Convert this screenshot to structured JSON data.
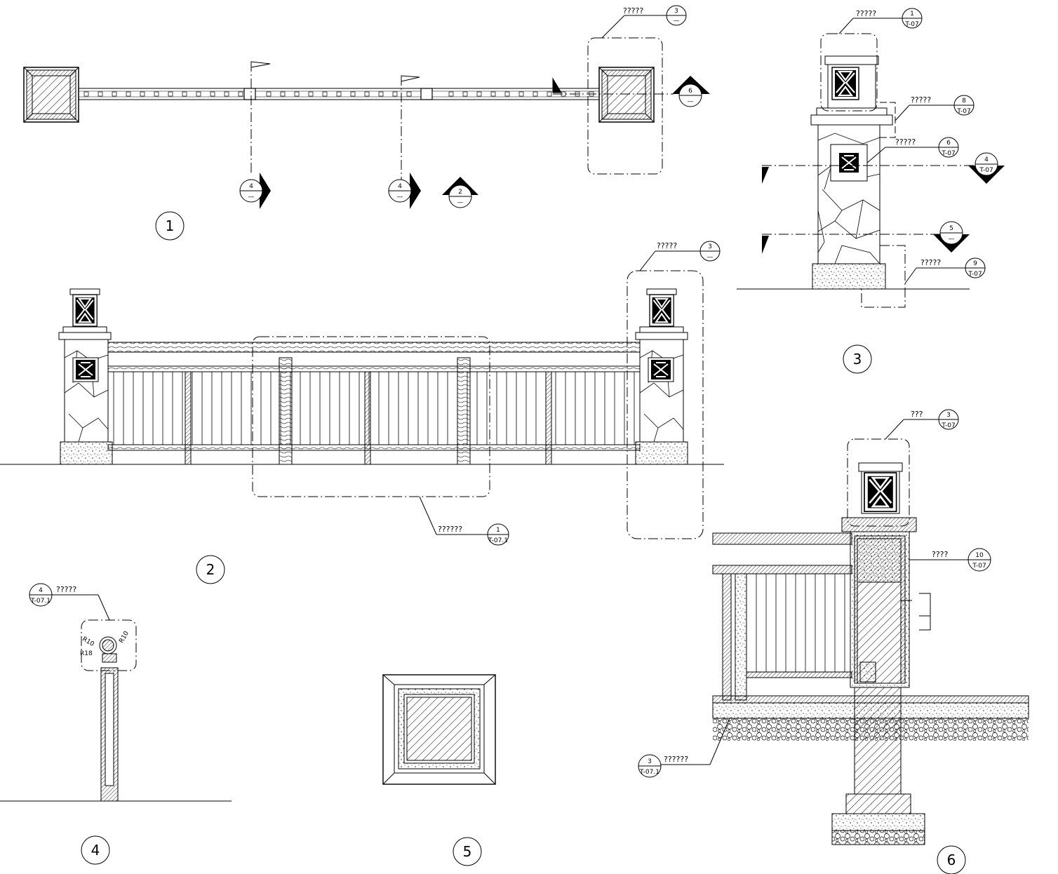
{
  "drawing_numbers": {
    "plan": "1",
    "elevation": "2",
    "pillar_elevation": "3",
    "rail_section": "4",
    "pillar_cap_plan": "5",
    "pillar_section": "6"
  },
  "callouts": {
    "plan_pillar_ref": {
      "text": "?????",
      "num": "3",
      "sheet": "—"
    },
    "plan_sec_left": {
      "num": "4",
      "sheet": "—"
    },
    "plan_sec_mid": {
      "num": "4",
      "sheet": "—"
    },
    "plan_elev_mark": {
      "num": "2",
      "sheet": "—"
    },
    "plan_sec_right": {
      "num": "6",
      "sheet": "—"
    },
    "p3_cap": {
      "text": "?????",
      "num": "1",
      "sheet": "T-07"
    },
    "p3_cap_base": {
      "text": "?????",
      "num": "8",
      "sheet": "T-07"
    },
    "p3_panel": {
      "text": "?????",
      "num": "6",
      "sheet": "T-07"
    },
    "p3_sec4": {
      "num": "4",
      "sheet": "T-07"
    },
    "p3_sec5": {
      "num": "5",
      "sheet": "—"
    },
    "p3_base": {
      "text": "?????",
      "num": "9",
      "sheet": "T-07"
    },
    "elev_pillar": {
      "text": "?????",
      "num": "3",
      "sheet": "—"
    },
    "elev_rail": {
      "text": "??????",
      "num": "1",
      "sheet": "T-07.1"
    },
    "rail_detail": {
      "text": "?????",
      "num": "4",
      "sheet": "T-07.1"
    },
    "p6_cap": {
      "text": "???",
      "num": "3",
      "sheet": "T-07"
    },
    "p6_body": {
      "text": "????",
      "num": "10",
      "sheet": "T-07"
    },
    "p6_foot": {
      "text": "??????",
      "num": "3",
      "sheet": "T-07.1"
    }
  },
  "dimension_labels": {
    "r10a": "R10",
    "r18": "R18",
    "r10b": "R10"
  }
}
